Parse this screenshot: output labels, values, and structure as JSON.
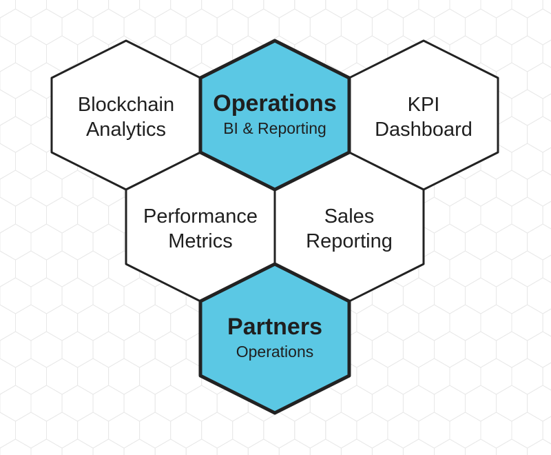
{
  "colors": {
    "background": "#ffffff",
    "pattern_stroke": "#e8e8e8",
    "hex_fill": "#ffffff",
    "highlight_fill": "#5bc8e4",
    "stroke": "#222222",
    "text": "#1f1f1f"
  },
  "hexagons": {
    "blockchain": {
      "line1": "Blockchain",
      "line2": "Analytics"
    },
    "operations": {
      "title": "Operations",
      "subtitle": "BI & Reporting"
    },
    "kpi": {
      "line1": "KPI",
      "line2": "Dashboard"
    },
    "performance": {
      "line1": "Performance",
      "line2": "Metrics"
    },
    "sales": {
      "line1": "Sales",
      "line2": "Reporting"
    },
    "partners": {
      "title": "Partners",
      "subtitle": "Operations"
    }
  }
}
